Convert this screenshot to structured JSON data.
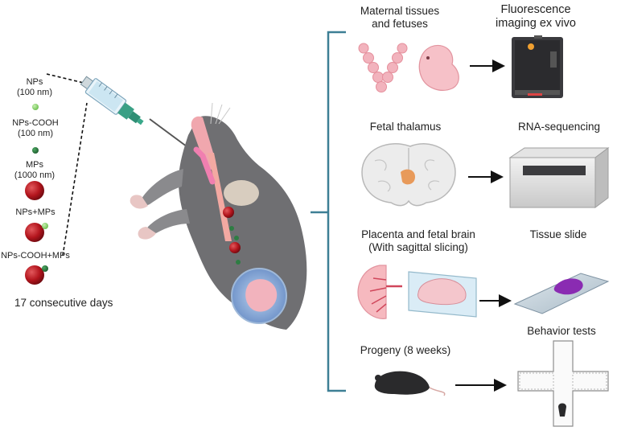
{
  "particles": [
    {
      "label": "NPs",
      "size": "(100 nm)"
    },
    {
      "label": "NPs-COOH",
      "size": "(100 nm)"
    },
    {
      "label": "MPs",
      "size": "(1000 nm)"
    },
    {
      "label": "NPs+MPs",
      "size": ""
    },
    {
      "label": "NPs-COOH+MPs",
      "size": ""
    }
  ],
  "duration": "17 consecutive days",
  "branches": {
    "maternal": {
      "sample": "Maternal tissues\nand fetuses",
      "assay": "Fluorescence\nimaging ex vivo"
    },
    "thalamus": {
      "sample": "Fetal thalamus",
      "assay": "RNA-sequencing"
    },
    "placenta": {
      "sample": "Placenta and fetal brain\n(With sagittal slicing)",
      "assay": "Tissue slide"
    },
    "progeny": {
      "sample": "Progeny (8 weeks)",
      "assay": "Behavior tests"
    }
  },
  "colors": {
    "bracket": "#3d7f95",
    "particle_small": "#86cf6a",
    "particle_cooh": "#2e7d43",
    "particle_large": "#b3151d",
    "mouse_body": "#6f6f72",
    "tissue_pink": "#f2b3bd"
  }
}
